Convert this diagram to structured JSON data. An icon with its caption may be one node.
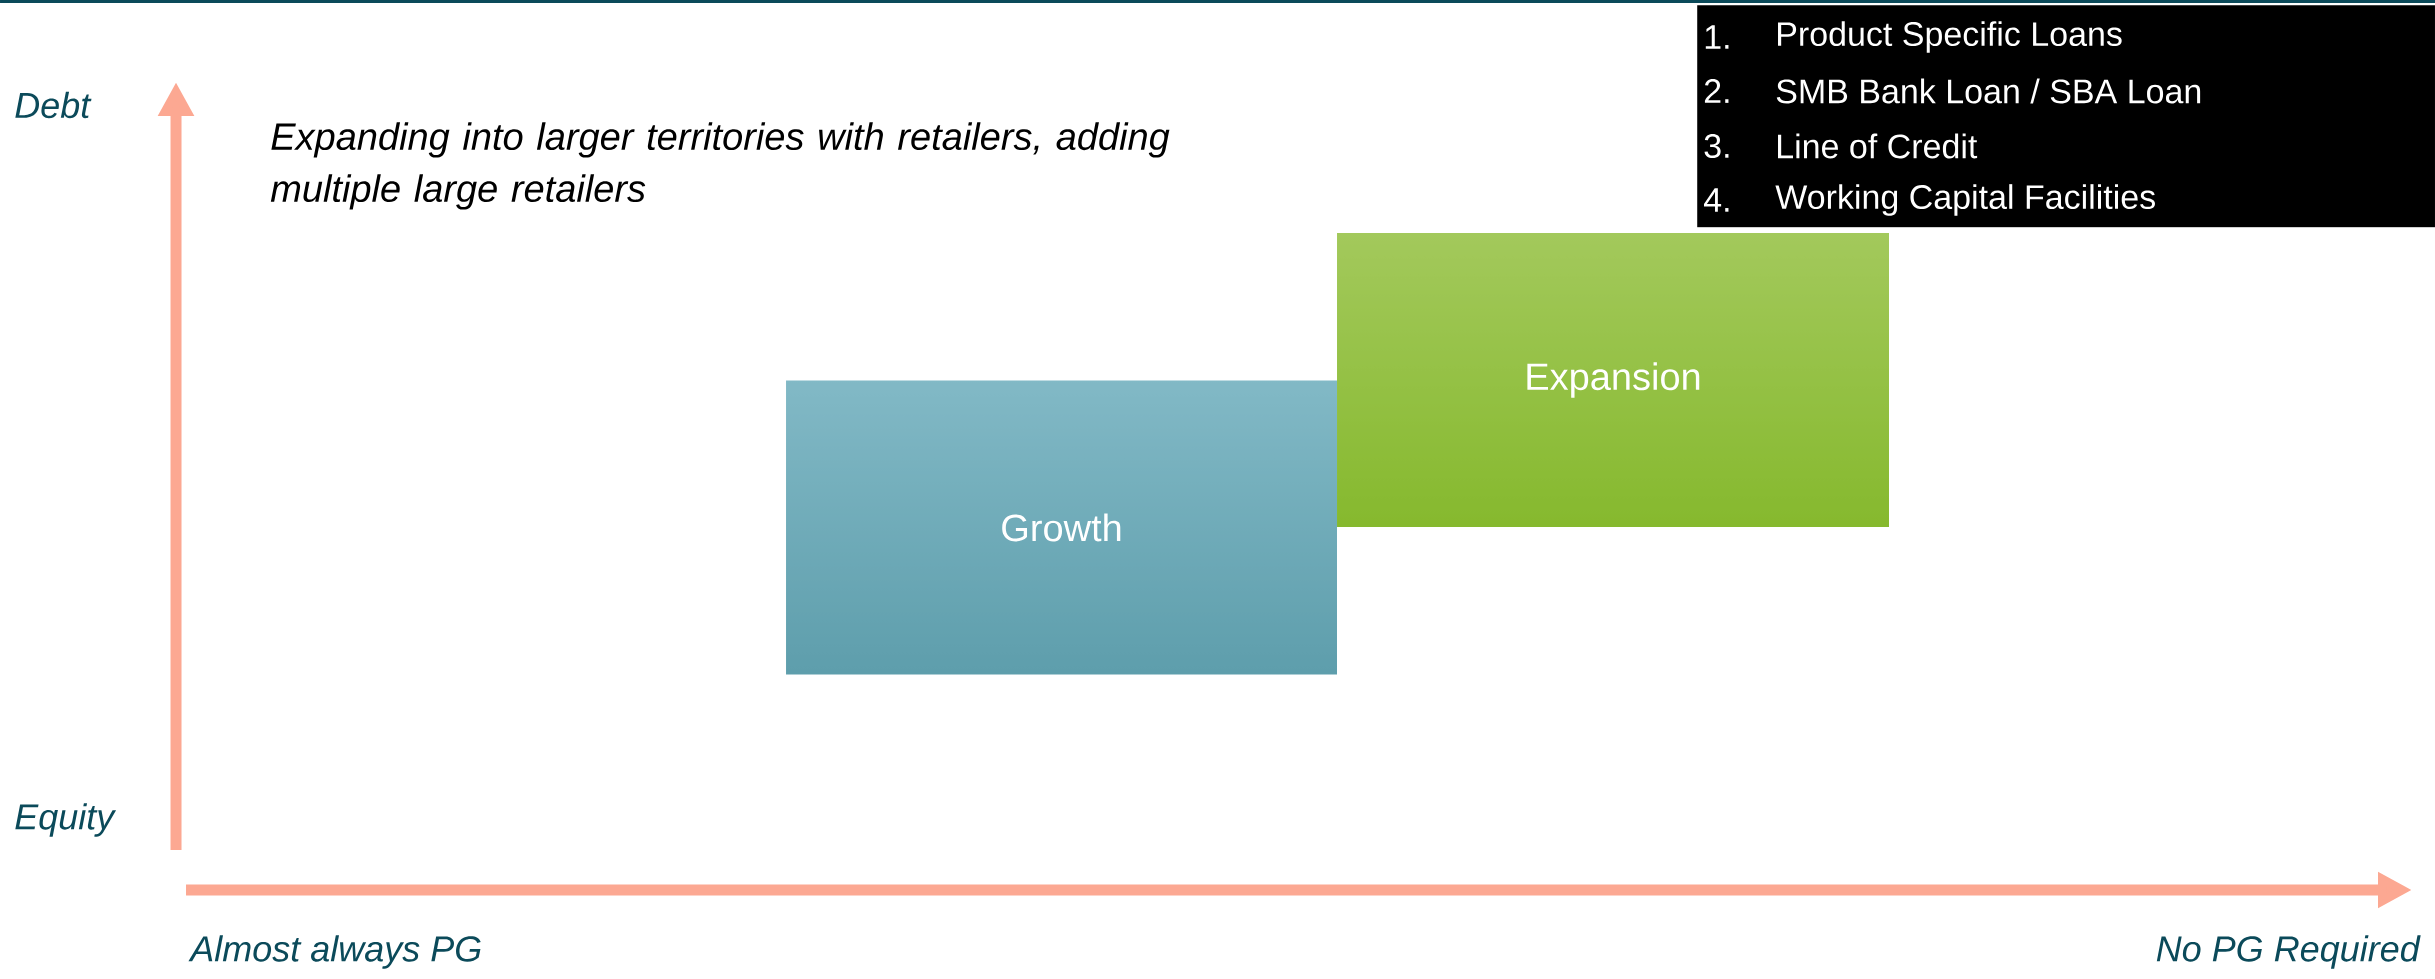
{
  "diagram": {
    "nodes": [
      {
        "text": [
          "1.",
          "Product Specific Loans",
          "2.",
          "SMB Bank Loan / SBA Loan",
          "3.",
          "Line of Credit",
          "4.",
          "Working Capital Facilities"
        ]
      },
      {
        "text": [
          "Growth"
        ]
      },
      {
        "text": [
          "Expansion"
        ]
      }
    ],
    "labels": [
      "Debt",
      "Expanding into larger territories with retailers, adding multiple large retailers",
      "Equity",
      "Almost always PG",
      "No PG Required"
    ]
  }
}
